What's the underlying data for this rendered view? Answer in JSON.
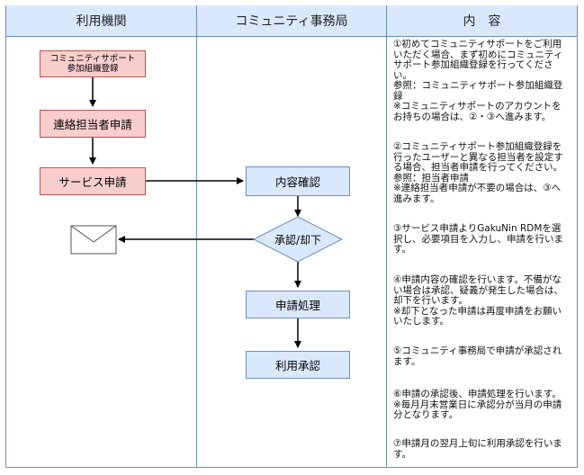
{
  "columns": {
    "user": "利用機関",
    "office": "コミュニティ事務局",
    "content": "内　容"
  },
  "flow": {
    "community_support_reg": "コミュニティサポート\n参加組織登録",
    "contact_person_app": "連絡担当者申請",
    "service_app": "サービス申請",
    "content_check": "内容確認",
    "approve_reject": "承認/却下",
    "app_processing": "申請処理",
    "use_approval": "利用承認"
  },
  "descriptions": [
    "①初めてコミュニティサポートをご利用いただく場合、まず初めにコミュニティサポート参加組織登録を行ってください。\n参照：コミュニティサポート参加組織登録\n※コミュニティサポートのアカウントをお持ちの場合は、②・③へ進みます。",
    "②コミュニティサポート参加組織登録を行ったユーザーと異なる担当者を設定する場合、担当者申請を行ってください。\n参照：担当者申請\n※連絡担当者申請が不要の場合は、③へ進みます。",
    "③サービス申請よりGakuNin RDMを選択し、必要項目を入力し、申請を行います。",
    "④申請内容の確認を行います。不備がない場合は承認、疑義が発生した場合は、却下を行います。\n※却下となった申請は再度申請をお願いいたします。",
    "⑤コミュニティ事務局で申請が承認されます。",
    "⑥申請の承認後、申請処理を行います。\n※毎月月末営業日に承認分が当月の申請分となります。",
    "⑦申請月の翌月上旬に利用承認を行います。"
  ],
  "icons": {
    "mail": "envelope-icon"
  },
  "colors": {
    "header_bg": "#dae8fc",
    "border": "#6c8ebf",
    "user_box": "#f8cecc",
    "user_box_border": "#b85450",
    "office_box": "#dae8fc"
  }
}
